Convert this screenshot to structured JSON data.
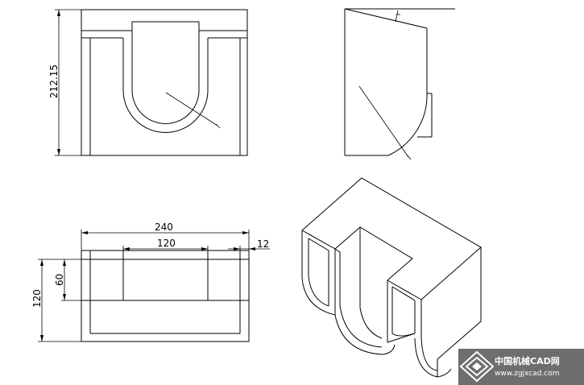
{
  "dimensions": {
    "front_height": "212.15",
    "top_width": "240",
    "top_slot_width": "120",
    "top_wall": "12",
    "top_height": "120",
    "top_slot_depth": "60"
  },
  "watermark": {
    "name_cn": "中国机械CAD网",
    "url": "www.zgjxcad.com",
    "bg_color": "#6e6e6e"
  }
}
